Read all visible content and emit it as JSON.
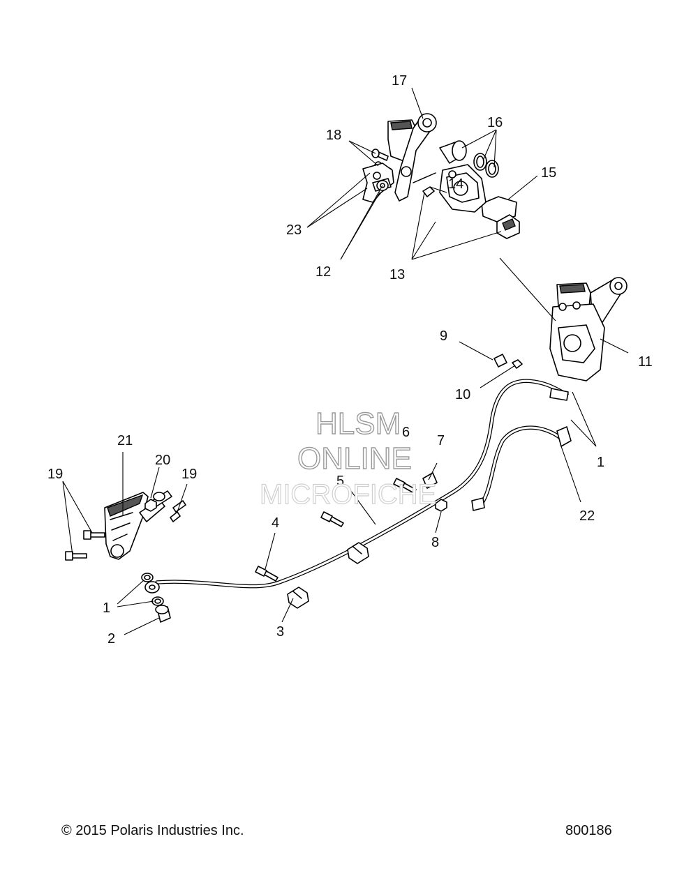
{
  "watermark": {
    "line1": "HLSM",
    "line2": "ONLINE",
    "line3": "MICROFICHE"
  },
  "callouts": {
    "n1a": "1",
    "n1b": "1",
    "n2": "2",
    "n3": "3",
    "n4": "4",
    "n5": "5",
    "n6": "6",
    "n7": "7",
    "n8": "8",
    "n9": "9",
    "n10": "10",
    "n11": "11",
    "n12": "12",
    "n13": "13",
    "n14": "14",
    "n15": "15",
    "n16": "16",
    "n17": "17",
    "n18": "18",
    "n19a": "19",
    "n19b": "19",
    "n20": "20",
    "n21": "21",
    "n22": "22",
    "n23": "23"
  },
  "footer": {
    "copyright": "© 2015 Polaris Industries Inc.",
    "diagram_number": "800186"
  }
}
